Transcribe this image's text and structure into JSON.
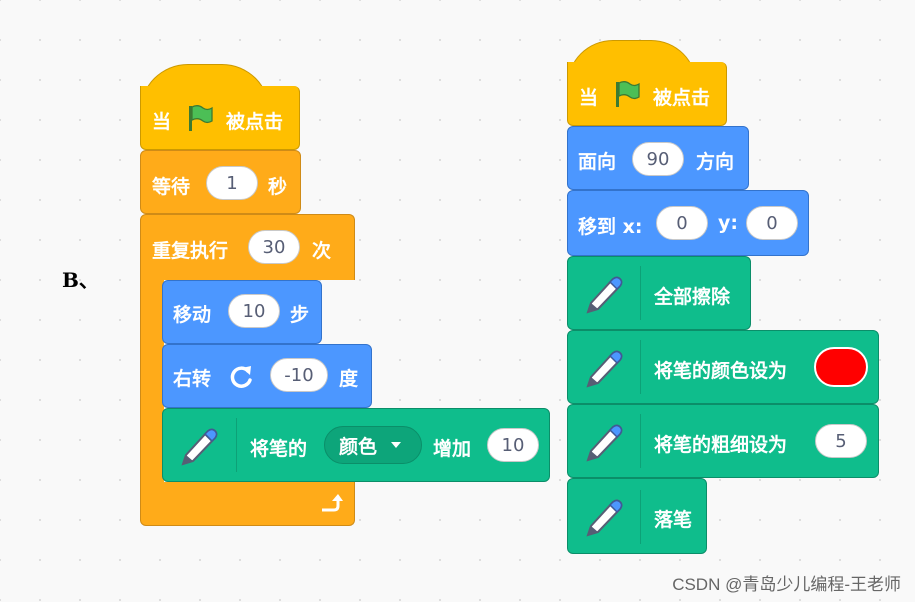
{
  "option_label": "B、",
  "script1": {
    "hat": {
      "word_when": "当",
      "word_clicked": "被点击"
    },
    "wait": {
      "label": "等待",
      "value": "1",
      "unit": "秒"
    },
    "repeat": {
      "label": "重复执行",
      "value": "30",
      "unit": "次"
    },
    "move": {
      "label": "移动",
      "value": "10",
      "unit": "步"
    },
    "turn": {
      "label": "右转",
      "value": "-10",
      "unit": "度"
    },
    "pen_change": {
      "label": "将笔的",
      "dropdown": "颜色",
      "op": "增加",
      "value": "10"
    }
  },
  "script2": {
    "hat": {
      "word_when": "当",
      "word_clicked": "被点击"
    },
    "point": {
      "label": "面向",
      "value": "90",
      "unit": "方向"
    },
    "goto": {
      "label": "移到 x:",
      "x": "0",
      "ylabel": "y:",
      "y": "0"
    },
    "clear": {
      "label": "全部擦除"
    },
    "set_color": {
      "label": "将笔的颜色设为",
      "color": "#ff0000"
    },
    "set_size": {
      "label": "将笔的粗细设为",
      "value": "5"
    },
    "pen_down": {
      "label": "落笔"
    }
  },
  "watermark": "CSDN @青岛少儿编程-王老师"
}
